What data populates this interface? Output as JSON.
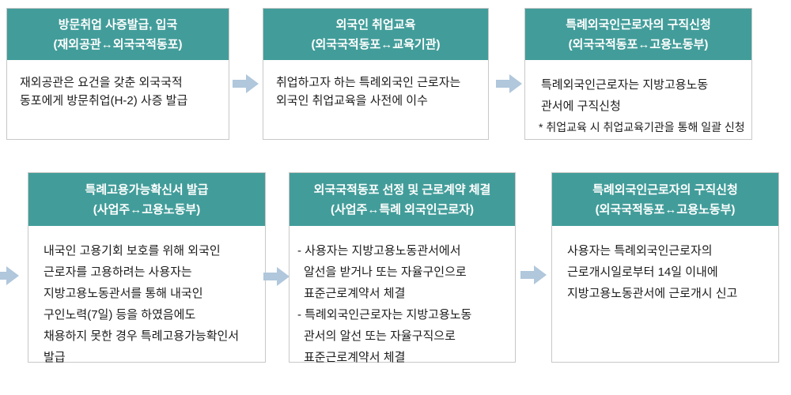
{
  "diagram": {
    "colors": {
      "header_bg": "#429d9a",
      "header_text": "#ffffff",
      "body_text": "#1c1c1c",
      "box_border": "#c8c8c8",
      "arrow_fill": "#b0c7dc",
      "background": "#ffffff"
    },
    "boxes": [
      {
        "id": "visa-issuance-entry",
        "header_line1": "방문취업 사증발급, 입국",
        "header_line2": "(재외공관↔외국국적동포)",
        "body_lines": [
          "재외공관은 요건을 갖춘 외국국적",
          "동포에게 방문취업(H-2) 사증 발급"
        ]
      },
      {
        "id": "foreigner-employment-training",
        "header_line1": "외국인 취업교육",
        "header_line2": "(외국국적동포↔교육기관)",
        "body_lines": [
          "취업하고자 하는 특례외국인 근로자는",
          "외국인 취업교육을 사전에 이수"
        ]
      },
      {
        "id": "job-application-worker",
        "header_line1": "특례외국인근로자의 구직신청",
        "header_line2": "(외국국적동포↔고용노동부)",
        "body_lines": [
          "특례외국인근로자는 지방고용노동",
          "관서에 구직신청",
          "* 취업교육 시 취업교육기관을 통해 일괄 신청"
        ]
      },
      {
        "id": "special-employment-certificate",
        "header_line1": "특례고용가능확신서 발급",
        "header_line2": "(사업주↔고용노동부)",
        "body_lines": [
          "내국인 고용기회 보호를 위해 외국인",
          "근로자를 고용하려는 사용자는",
          "지방고용노동관서를 통해 내국인",
          "구인노력(7일) 등을 하였음에도",
          "채용하지 못한 경우 특례고용가능확인서",
          "발급"
        ]
      },
      {
        "id": "selection-labor-contract",
        "header_line1": "외국국적동포 선정 및 근로계약 체결",
        "header_line2": "(사업주↔특례 외국인근로자)",
        "body_lines": [
          "- 사용자는 지방고용노동관서에서",
          "알선을 받거나 또는 자율구인으로",
          "표준근로계약서 체결",
          "- 특례외국인근로자는 지방고용노동",
          "관서의 알선 또는 자율구직으로",
          "표준근로계약서 체결"
        ]
      },
      {
        "id": "work-start-report",
        "header_line1": "특례외국인근로자의 구직신청",
        "header_line2": "(외국국적동포↔고용노동부)",
        "body_lines": [
          "사용자는 특례외국인근로자의",
          "근로개시일로부터 14일 이내에",
          "지방고용노동관서에 근로개시 신고"
        ]
      }
    ]
  }
}
